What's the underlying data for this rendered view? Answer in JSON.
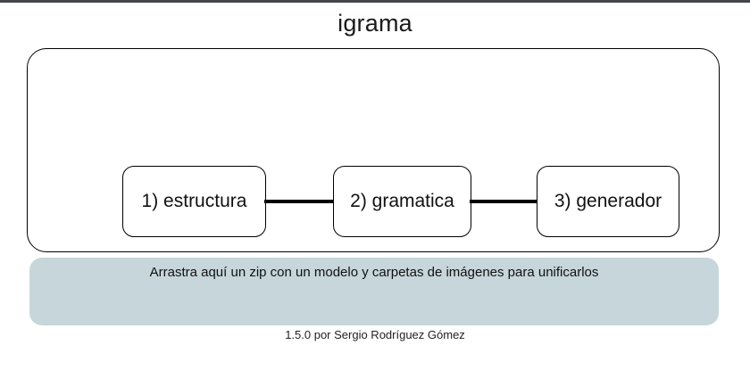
{
  "window": {
    "title": "igrama",
    "top_edge_color": "#444649"
  },
  "flow": {
    "nodes": [
      {
        "label": "1) estructura",
        "name": "estructura"
      },
      {
        "label": "2) gramatica",
        "name": "gramatica"
      },
      {
        "label": "3) generador",
        "name": "generador"
      }
    ]
  },
  "dropzone": {
    "instruction": "Arrastra aquí un zip con un modelo y carpetas de imágenes para unificarlos",
    "background_color": "#c6d6da"
  },
  "footer": {
    "credit": "1.5.0 por Sergio Rodríguez Gómez",
    "version": "1.5.0",
    "author": "Sergio Rodríguez Gómez"
  }
}
